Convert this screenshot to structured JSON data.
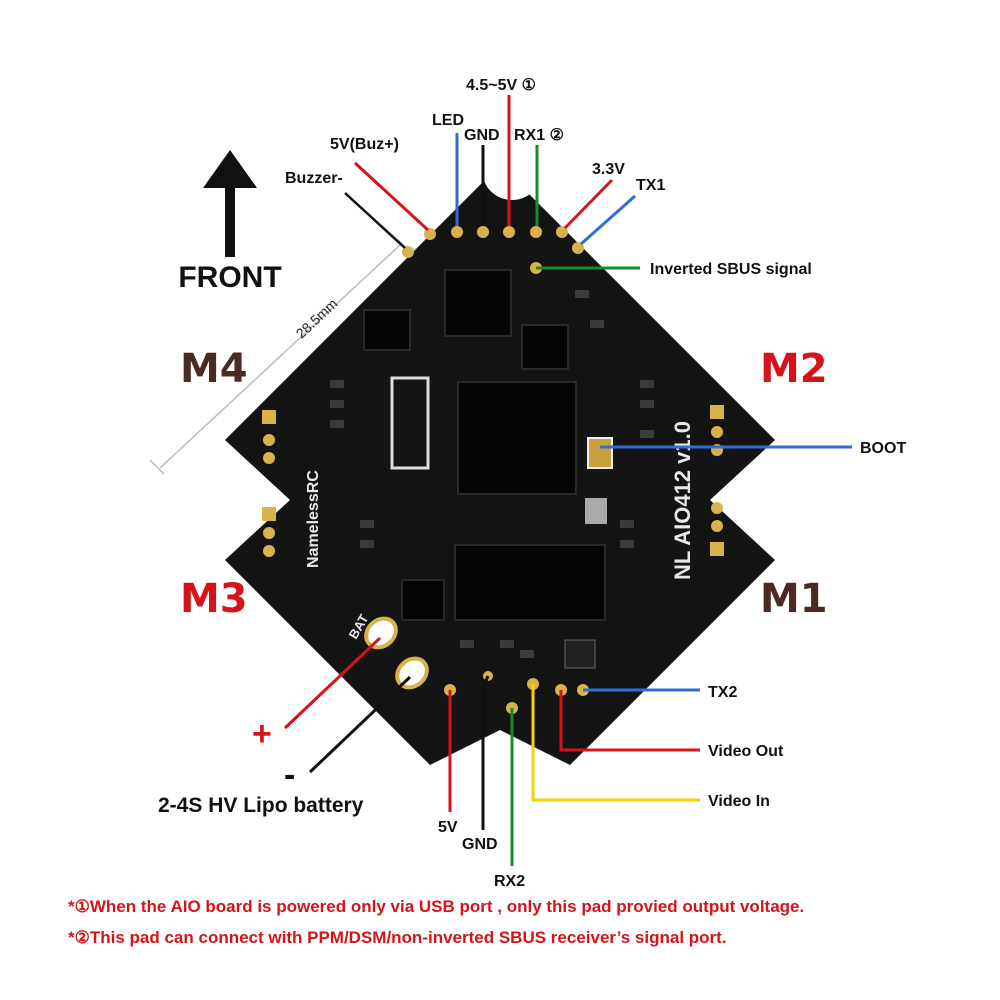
{
  "colors": {
    "red": "#d4141a",
    "blue": "#2f6ed3",
    "green": "#1a8a2e",
    "yellow": "#f2d200",
    "black": "#111111",
    "board": "#141414",
    "pad": "#d8b24a",
    "motor_dark": "#4a2a22"
  },
  "front_label": "FRONT",
  "dimension": "28.5mm",
  "board_silk": {
    "model": "NL AIO412 v1.0",
    "brand": "NamelessRC",
    "bat": "BAT"
  },
  "motors": {
    "m1": "M1",
    "m2": "M2",
    "m3": "M3",
    "m4": "M4"
  },
  "top_labels": {
    "buzzer_neg": "Buzzer-",
    "buzzer_pos": "5V(Buz+)",
    "led": "LED",
    "gnd": "GND",
    "vout": "4.5~5V ①",
    "rx1": "RX1 ②",
    "v33": "3.3V",
    "tx1": "TX1",
    "sbus": "Inverted SBUS signal",
    "boot": "BOOT"
  },
  "bottom_labels": {
    "plus": "+",
    "minus": "-",
    "battery": "2-4S HV Lipo battery",
    "v5": "5V",
    "gnd": "GND",
    "rx2": "RX2",
    "tx2": "TX2",
    "video_out": "Video Out",
    "video_in": "Video In"
  },
  "notes": [
    "*①When the AIO board is powered only via USB port , only this pad provied output voltage.",
    "*②This pad can connect with PPM/DSM/non-inverted SBUS receiver’s signal port."
  ]
}
